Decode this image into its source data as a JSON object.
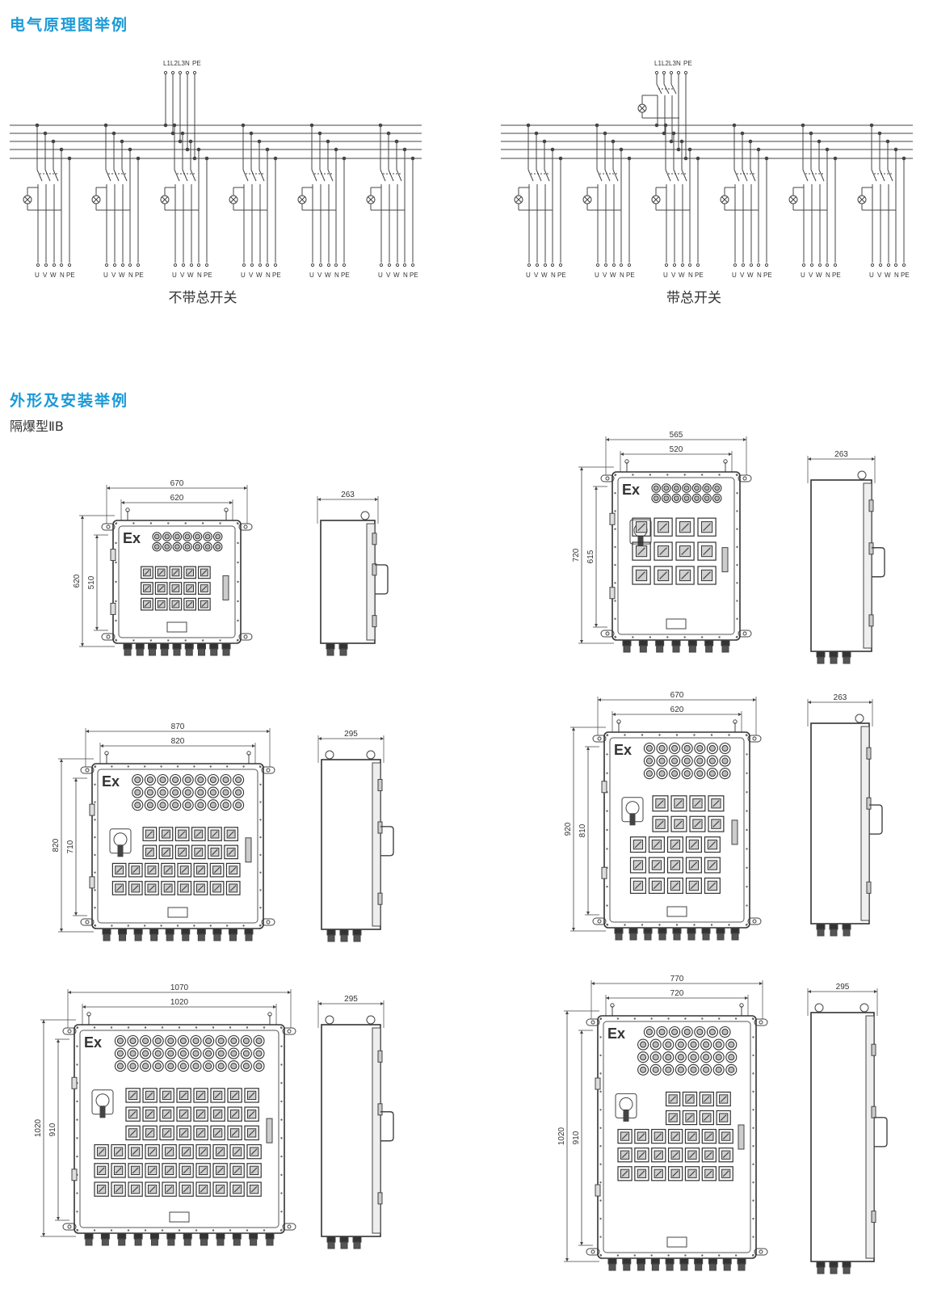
{
  "section1": {
    "title": "电气原理图举例"
  },
  "schematics": [
    {
      "caption": "不带总开关",
      "supply_labels": [
        "L1",
        "L2",
        "L3",
        "N",
        "PE"
      ],
      "outputs": 6,
      "output_labels": [
        "U",
        "V",
        "W",
        "N",
        "PE"
      ],
      "main_switch": false
    },
    {
      "caption": "带总开关",
      "supply_labels": [
        "L1",
        "L2",
        "L3",
        "N",
        "PE"
      ],
      "outputs": 6,
      "output_labels": [
        "U",
        "V",
        "W",
        "N",
        "PE"
      ],
      "main_switch": true
    }
  ],
  "section2": {
    "title": "外形及安装举例",
    "subtitle": "隔爆型ⅡB"
  },
  "enclosures": [
    {
      "marking": "Ex",
      "outer_width": "670",
      "inner_width": "620",
      "outer_height": "620",
      "inner_height": "510",
      "depth": "263",
      "indicator_rows": [
        7,
        7
      ],
      "breaker_rows": [
        5,
        5,
        5
      ],
      "main_switch": false,
      "cable_glands": 9,
      "side_glands": 2
    },
    {
      "marking": "Ex",
      "outer_width": "565",
      "inner_width": "520",
      "outer_height": "720",
      "inner_height": "615",
      "depth": "263",
      "indicator_rows": [
        7,
        7
      ],
      "breaker_rows": [
        4,
        4,
        4
      ],
      "main_switch": true,
      "cable_glands": 7,
      "side_glands": 3
    },
    {
      "marking": "Ex",
      "outer_width": "870",
      "inner_width": "820",
      "outer_height": "820",
      "inner_height": "710",
      "depth": "295",
      "indicator_rows": [
        9,
        9,
        9
      ],
      "breaker_rows": [
        6,
        6,
        8,
        8
      ],
      "main_switch": true,
      "cable_glands": 10,
      "side_glands": 3
    },
    {
      "marking": "Ex",
      "outer_width": "670",
      "inner_width": "620",
      "outer_height": "920",
      "inner_height": "810",
      "depth": "263",
      "indicator_rows": [
        7,
        7,
        7
      ],
      "breaker_rows": [
        4,
        4,
        5,
        5,
        5
      ],
      "main_switch": true,
      "cable_glands": 9,
      "side_glands": 3
    },
    {
      "marking": "Ex",
      "outer_width": "1070",
      "inner_width": "1020",
      "outer_height": "1020",
      "inner_height": "910",
      "depth": "295",
      "indicator_rows": [
        12,
        12,
        12
      ],
      "breaker_rows": [
        8,
        8,
        8,
        10,
        10,
        10
      ],
      "main_switch": true,
      "cable_glands": 12,
      "side_glands": 3
    },
    {
      "marking": "Ex",
      "outer_width": "770",
      "inner_width": "720",
      "outer_height": "1020",
      "inner_height": "910",
      "depth": "295",
      "indicator_rows": [
        7,
        8,
        8,
        8
      ],
      "breaker_rows": [
        4,
        4,
        7,
        7,
        7
      ],
      "main_switch": true,
      "cable_glands": 10,
      "side_glands": 3
    }
  ]
}
